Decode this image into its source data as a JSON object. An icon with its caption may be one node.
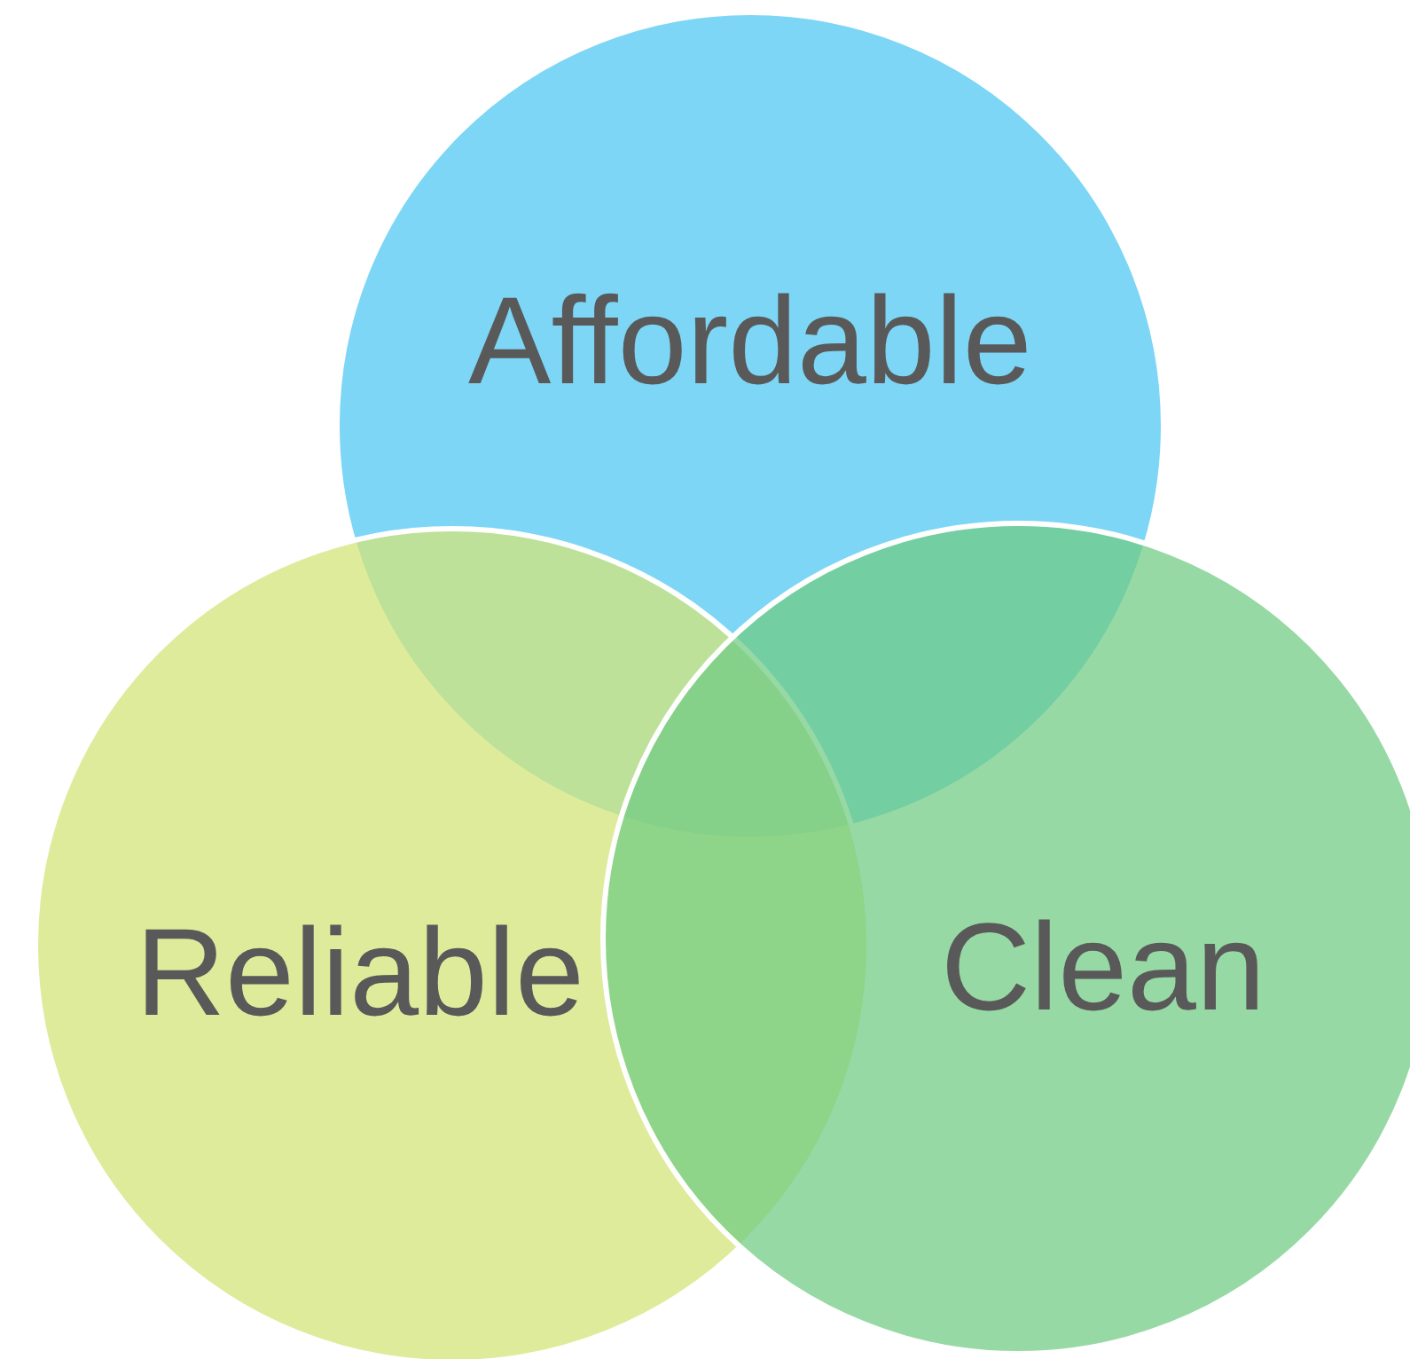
{
  "diagram": {
    "nodes": [
      {
        "text": [
          "Affordable"
        ]
      },
      {
        "text": [
          "Reliable"
        ]
      },
      {
        "text": [
          "Clean"
        ]
      }
    ]
  }
}
